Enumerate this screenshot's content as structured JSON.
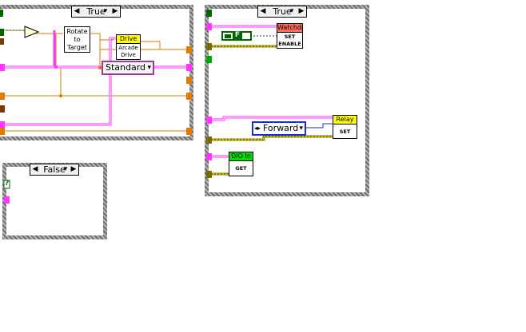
{
  "colors": {
    "orange_wire": "#e07b00",
    "pink_wire": "#ff36ff",
    "olive_wire": "#7a6b00",
    "green_wire": "#006600",
    "drive_head": "#ffff00",
    "watchdog_head": "#ff6b5a",
    "relay_head": "#ffff00",
    "dio_head": "#00e000",
    "frame_border": "#8c8c8c"
  },
  "case1": {
    "selector": "True",
    "left_arrow": "◀",
    "right_arrow": "▶",
    "dropdown": "▾",
    "rotate_node": "Rotate to Target",
    "drive_node_head": "Drive",
    "drive_node_body": "Arcade Drive",
    "enum_value": "Standard"
  },
  "case2": {
    "selector": "True",
    "left_arrow": "◀",
    "right_arrow": "▶",
    "dropdown": "▾",
    "bool_const": "F",
    "watchdog_head": "Watchdo",
    "watchdog_body": "SET ENABLE",
    "relay_head": "Relay",
    "relay_body": "SET",
    "relay_enum": "Forward",
    "dio_head": "DIO In",
    "dio_body": "GET"
  },
  "case3": {
    "selector": "False",
    "left_arrow": "◀",
    "right_arrow": "▶",
    "dropdown": "▾",
    "tunnel": "?"
  }
}
